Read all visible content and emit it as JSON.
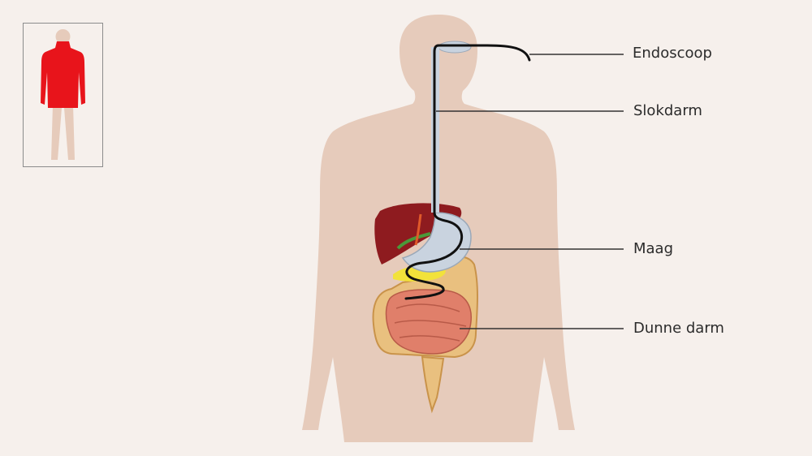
{
  "labels": {
    "endoscope": "Endoscoop",
    "esophagus": "Slokdarm",
    "stomach": "Maag",
    "small_intestine": "Dunne darm"
  },
  "colors": {
    "background": "#f6f0ec",
    "body": "#e6cbbb",
    "highlight": "#e8141b",
    "liver": "#8e1b1f",
    "stomach": "#c9d3df",
    "colon": "#e9c07f",
    "small_intestine": "#e07f6a",
    "pancreas": "#f2e23a",
    "gallbladder": "#4a9a3a",
    "endoscope": "#111111",
    "leader_line": "#333333"
  },
  "icons": [
    "body-silhouette",
    "endoscope-tube",
    "digestive-organs",
    "locator-figure"
  ]
}
